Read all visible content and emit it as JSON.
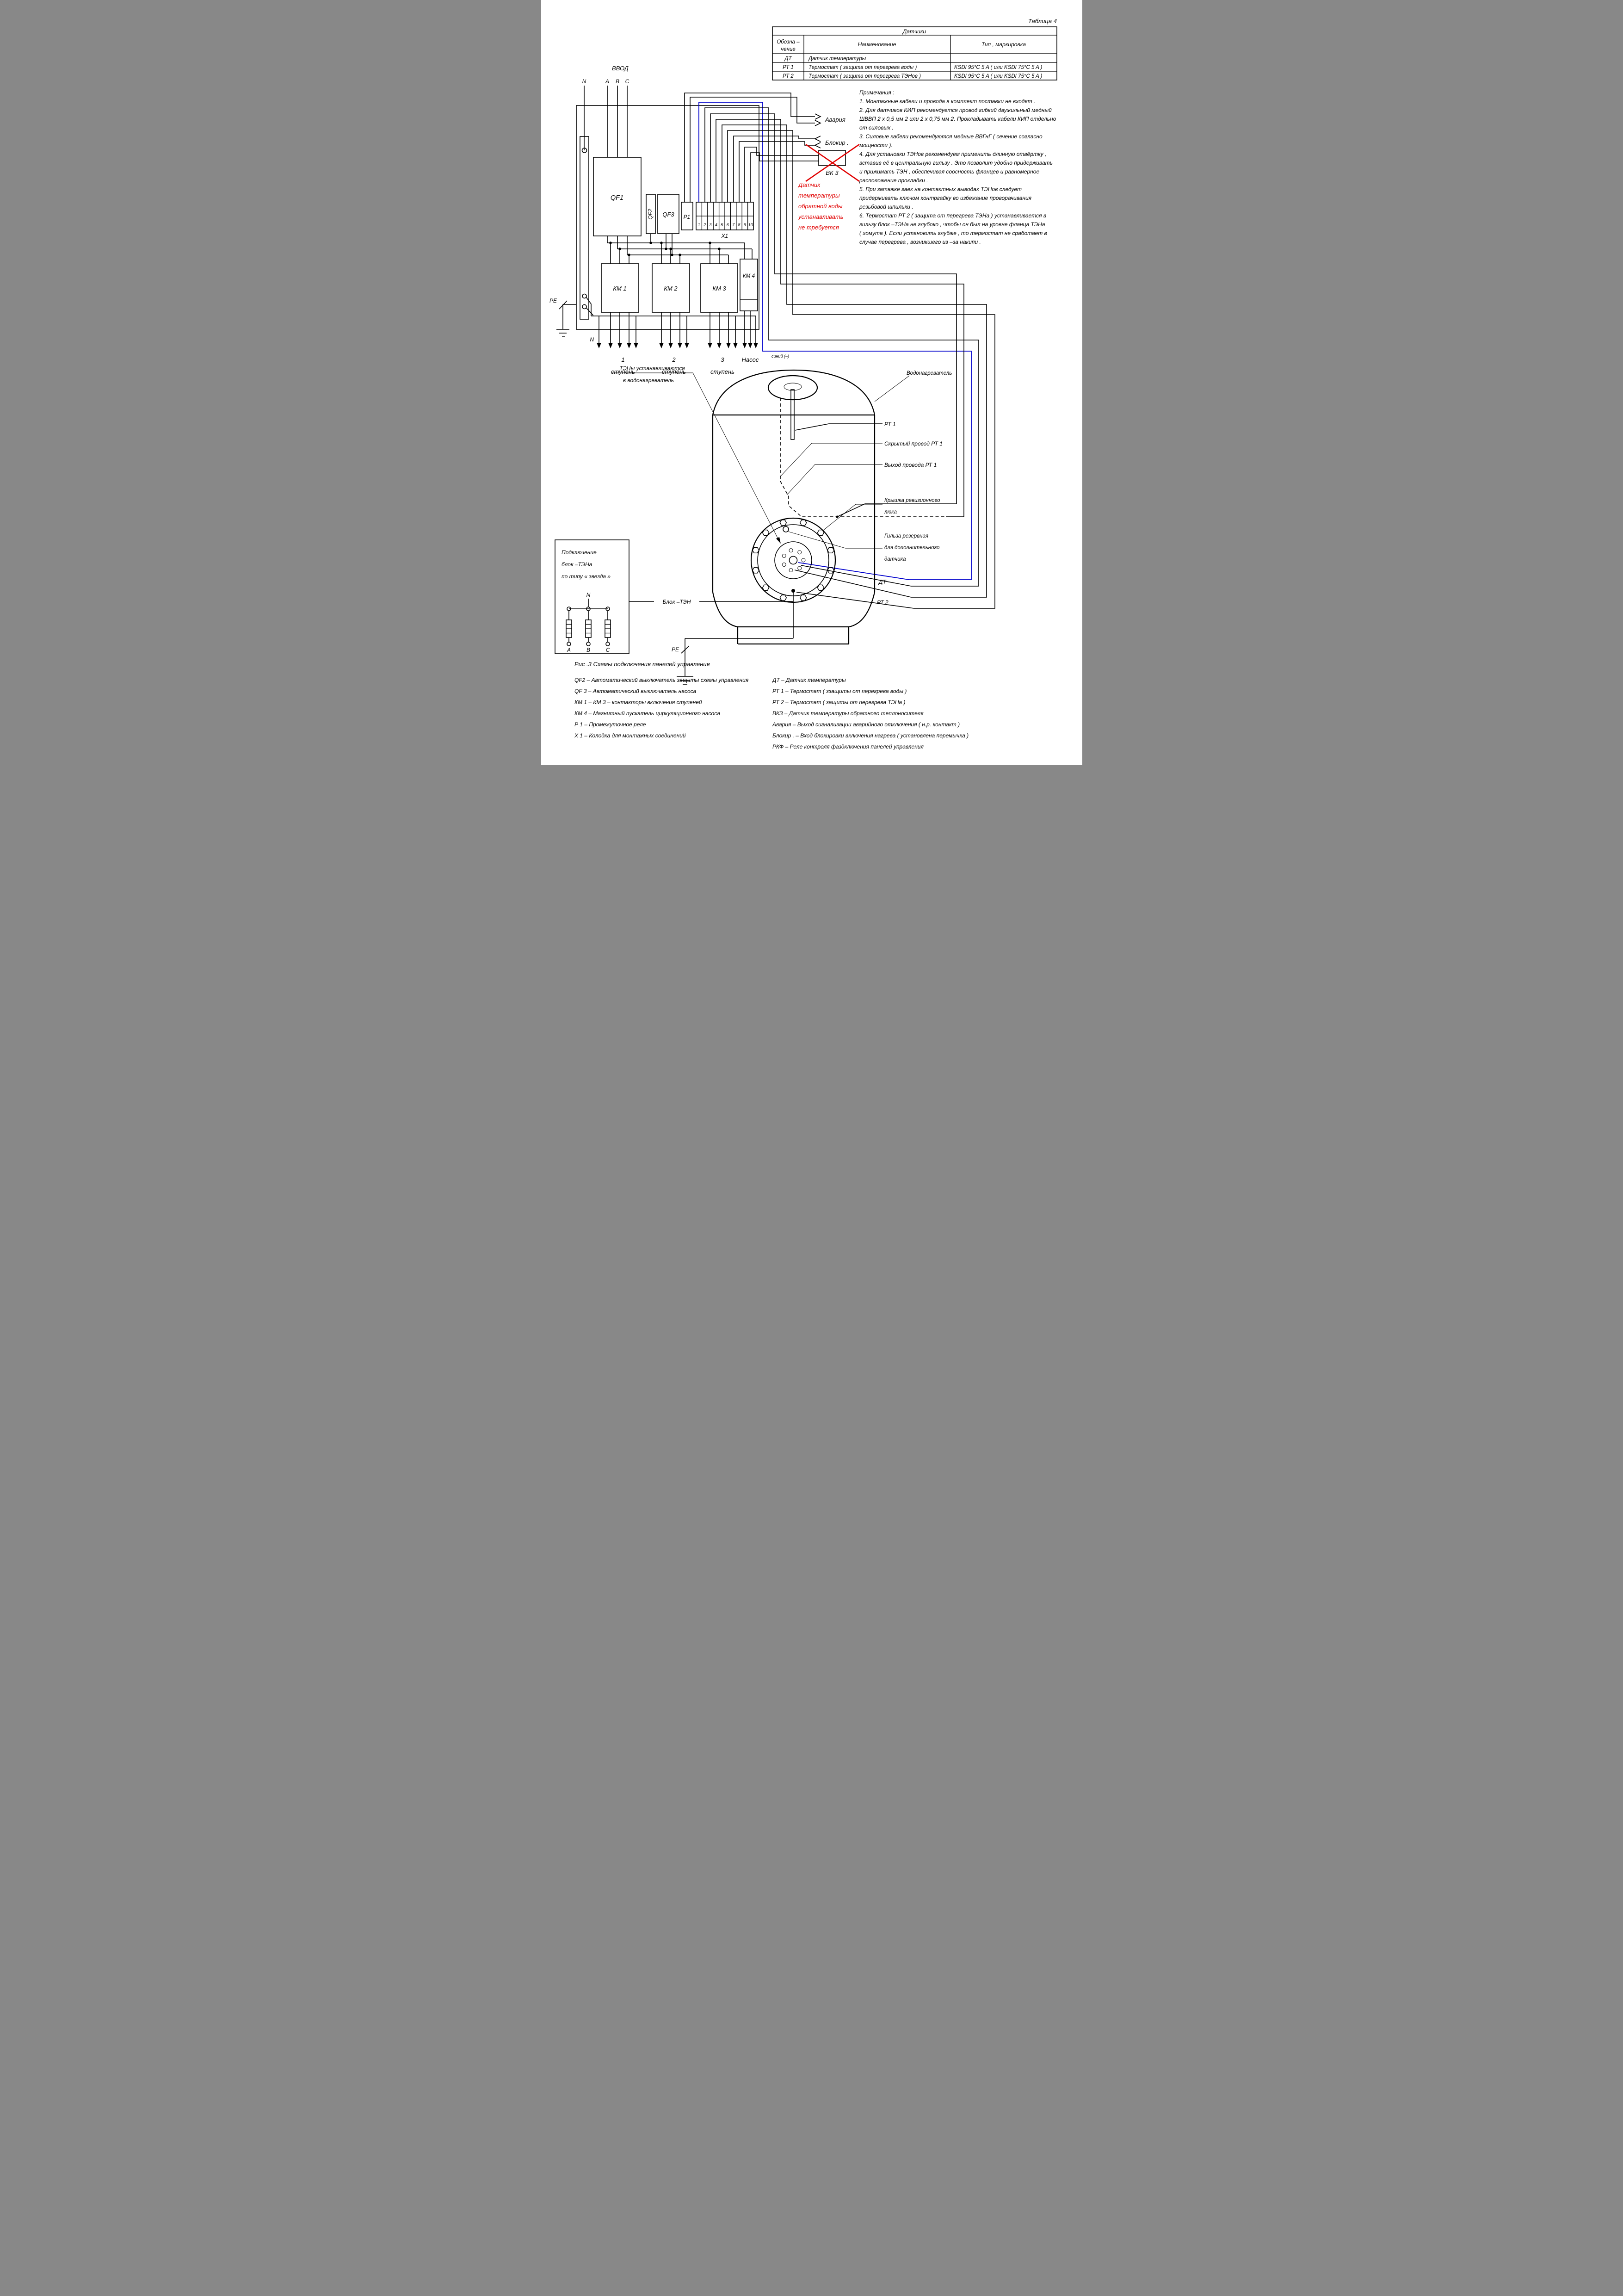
{
  "page": {
    "title": "Таблица 4"
  },
  "table": {
    "title": "Датчики",
    "header": {
      "col1_line1": "Обозна –",
      "col1_line2": "чение",
      "col2": "Наименование",
      "col3": "Тип , маркировка"
    },
    "rows": [
      [
        "ДТ",
        "Датчик температуры",
        ""
      ],
      [
        "РТ 1",
        "Термостат  ( защита от перегрева воды )",
        "KSDI 95°C 5 A  ( или  KSDI 75°C 5 A )"
      ],
      [
        "РТ 2",
        "Термостат  ( защита от перегрева ТЭНов )",
        "KSDI 95°C 5 A  ( или  KSDI 75°C 5 A )"
      ]
    ]
  },
  "notes": {
    "lines": [
      "Примечания :",
      "1.  Монтажные кабели и провода в комплект поставки не входят .",
      "2.  Для датчиков КИП рекомендуется провод гибкий двужильный медный",
      "ШВВП  2 х 0,5 мм 2  или  2 х 0,75 мм 2.  Прокладывать кабели КИП отдельно",
      "от силовых .",
      "3.  Силовые кабели рекомендуются медные ВВГнГ  ( сечение согласно",
      "мощности ).",
      "4.  Для установки ТЭНов рекомендуем применить длинную отвёртку ,",
      "вставив её в центральную гильзу . Это позволит удобно придерживать",
      "и прижимать ТЭН , обеспечивая соосность фланцев и равномерное",
      "расположение прокладки .",
      "5.  При затяжке гаек на контактных выводах ТЭНов следует",
      "придерживать ключом контргайку во избежание проворачивания",
      "резьбовой шпильки .",
      "6.  Термостат РТ 2 ( защита от перегрева ТЭНа )  устанавливается в",
      "гильзу блок –ТЭНа не глубоко , чтобы он был на уровне фланца ТЭНа",
      "( хомута ).   Если установить глубже , то термостат не сработает в",
      "случае перегрева , возникшего из –за накипи ."
    ]
  },
  "panel": {
    "vvod": "ВВОД",
    "n": "N",
    "a": "A",
    "b": "B",
    "c": "C",
    "qf1": "QF1",
    "qf2": "QF2",
    "qf3": "QF3",
    "p1": "P1",
    "x1": "X1",
    "terminals": [
      "1",
      "2",
      "3",
      "4",
      "5",
      "6",
      "7",
      "8",
      "9",
      "10"
    ],
    "km1": "КМ 1",
    "km2": "КМ 2",
    "km3": "КМ 3",
    "km4": "КМ 4",
    "pe": "PE",
    "n_out": "N",
    "stages": [
      {
        "num": "1",
        "word": "ступень"
      },
      {
        "num": "2",
        "word": "ступень"
      },
      {
        "num": "3",
        "word": "ступень"
      }
    ],
    "pump": "Насос"
  },
  "signals": {
    "avariya": "Авария",
    "blokir": "Блокир .",
    "vk3": "ВК 3",
    "siniy": "синий  (–)",
    "red_note": [
      "Датчик",
      "температуры",
      "обратной воды",
      "устанавливать",
      "не требуется"
    ]
  },
  "tank": {
    "vodonagrevatel": "Водонагреватель",
    "rt1": "РТ 1",
    "skryty": "Скрытый провод РТ 1",
    "vykhod": "Выход провода РТ 1",
    "kryshka1": "Крышка ревизионного",
    "kryshka2": "люка",
    "gilza1": "Гильза резервная",
    "gilza2": "для дополнительного",
    "gilza3": "датчика",
    "dt": "ДТ",
    "rt2": "РТ 2",
    "blok_ten": "Блок –ТЭН",
    "teny1": "ТЭНы устанавливаются",
    "teny2": "в водонагреватель",
    "pe": "PE"
  },
  "star_box": {
    "line1": "Подключение",
    "line2": "блок –ТЭНа",
    "line3": "по типу  « звезда »",
    "n": "N",
    "a": "А",
    "b": "В",
    "c": "С"
  },
  "caption": "Рис .3  Схемы подключения панелей управления",
  "legend_left": [
    "QF2 –  Автоматический выключатель защиты схемы управления",
    "QF 3  – Автоматический выключатель насоса",
    "КМ 1 –  КМ 3   –  контакторы включения ступеней",
    "КМ 4 –  Магнитный пускатель циркуляционного насоса",
    "Р 1 –  Промежуточное реле",
    "Х 1 –  Колодка для монтажных соединений"
  ],
  "legend_right": [
    "ДТ  – Датчик температуры",
    "РТ 1 –  Термостат  ( ззащиты от перегрева воды )",
    "РТ 2 –  Термостат  ( защиты от  перегрева  ТЭНа )",
    "ВКЗ  – Датчик температуры обратного теплоносителя",
    "Авария  – Выход сигнализации аварийного отключения  ( н.р. контакт )",
    "Блокир . – Вход блокировки включения нагрева  ( установлена перемычка )",
    "РКФ  – Реле контроля фаздключения панелей управления"
  ],
  "colors": {
    "wire": "#000000",
    "blue_wire": "#0000cc",
    "red_mark": "#e00000"
  }
}
